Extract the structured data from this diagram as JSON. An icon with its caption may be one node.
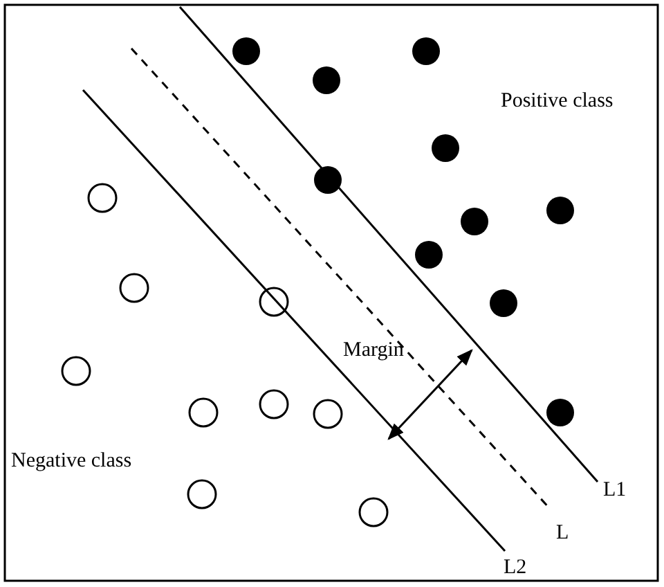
{
  "diagram": {
    "labels": [
      "Positive class",
      "Margin",
      "Negative class",
      "L1",
      "L",
      "L2"
    ]
  }
}
